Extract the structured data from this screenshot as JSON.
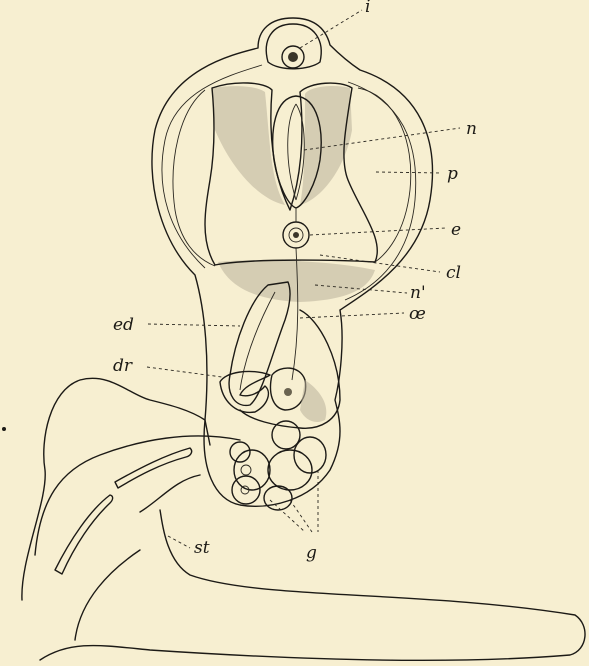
{
  "figure": {
    "labels": {
      "i": "i",
      "n": "n",
      "p": "p",
      "e": "e",
      "cl": "cl",
      "n_prime": "n'",
      "oe": "œ",
      "ed": "ed",
      "dr": "dr",
      "st": "st",
      "g": "g"
    }
  }
}
